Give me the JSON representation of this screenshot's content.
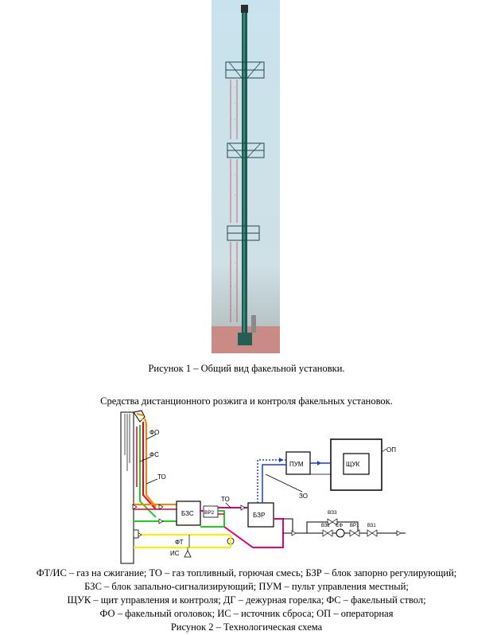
{
  "figure1": {
    "caption": "Рисунок 1 – Общий вид факельной установки."
  },
  "section_heading": "Средства дистанционного розжига и контроля факельных установок.",
  "schema": {
    "labels": {
      "fo": "ФО",
      "fs": "ФС",
      "to_top": "ТО",
      "to_mid": "ТО",
      "bzs": "БЗС",
      "vr2": "ВР2",
      "bzr": "БЗР",
      "pum": "ПУМ",
      "shchuk": "ЩУК",
      "op": "ОП",
      "zo": "ЗО",
      "vz3": "ВЗ3",
      "vz2": "ВЗ2",
      "sf": "СФ",
      "vr1": "ВР1",
      "vz1": "ВЗ1",
      "ft": "ФТ",
      "is": "ИС"
    },
    "colors": {
      "orange": "#ff7f00",
      "red": "#e2002a",
      "green": "#22cc22",
      "yellow": "#ffee00",
      "magenta": "#e0007a",
      "blue": "#1a3fc8"
    }
  },
  "legend": {
    "lines": [
      "ФТ/ИС – газ на сжигание; ТО – газ топливный, горючая смесь; БЗР – блок запорно регулирующий;",
      "БЗС – блок запально-сигнализирующий; ПУМ – пульт управления местный;",
      "ЩУК – щит управления и контроля; ДГ – дежурная горелка; ФС – факельный ствол;",
      "ФО – факельный оголовок; ИС – источник сброса; ОП – операторная",
      "Рисунок 2 – Технологическая схема"
    ]
  }
}
